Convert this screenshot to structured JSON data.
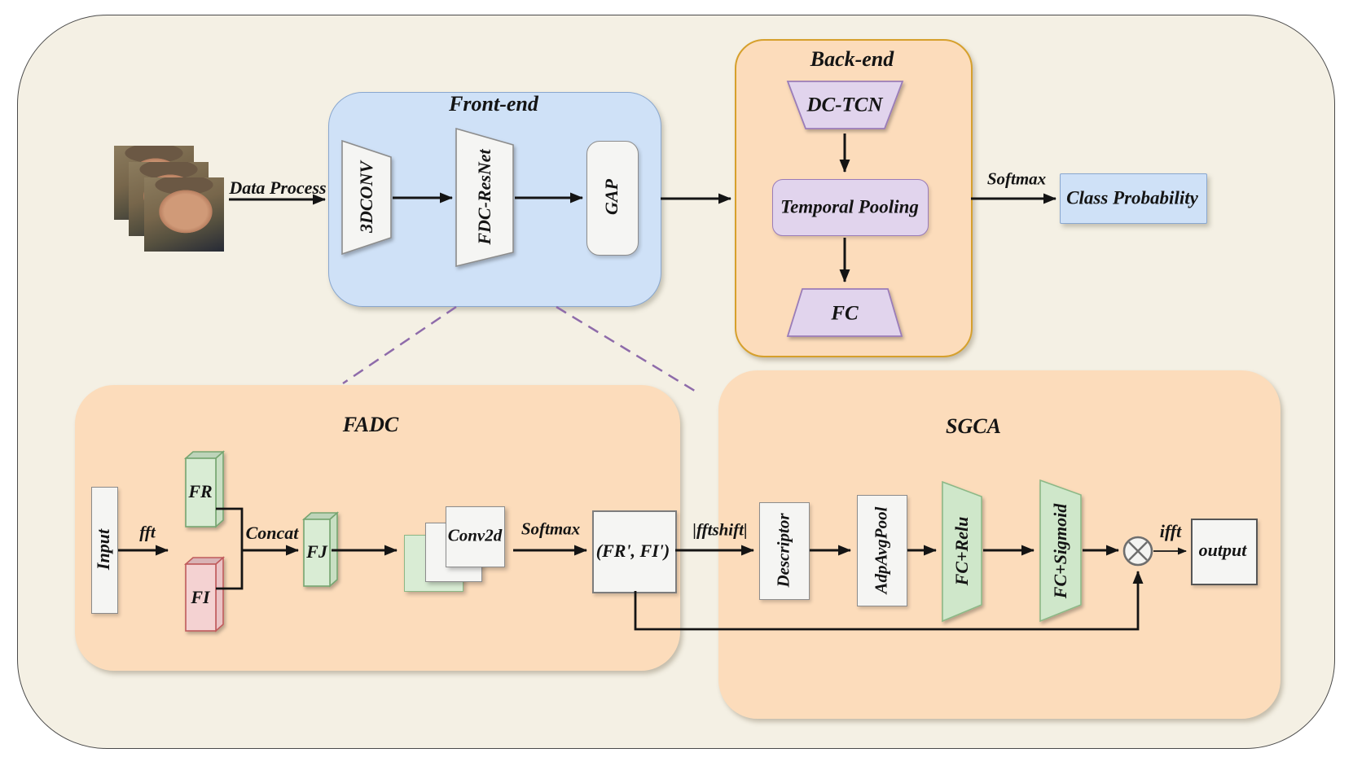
{
  "colors": {
    "canvas_bg": "#f4f0e4",
    "canvas_border": "#4a4a4a",
    "blue_fill": "#cfe1f7",
    "blue_border": "#89a7cf",
    "peach_fill": "#fcdcbb",
    "gold_border": "#d6a02c",
    "purple_fill": "#e1d4ed",
    "purple_border": "#9a7cb8",
    "green_fill": "#d9ecd4",
    "green_top": "#bdd4b9",
    "green_side": "#c9dfc3",
    "green_border": "#76a571",
    "pink_fill": "#f4d2d2",
    "pink_top": "#d9b3b5",
    "pink_side": "#eac3c5",
    "pink_border": "#c05b5c",
    "sgca_green_fill": "#cfe7ca",
    "sgca_green_border": "#8cb886",
    "box_fill": "#f5f5f3",
    "box_border": "#8c8c8c",
    "dashed_line": "#8e6baa",
    "arrow": "#141414"
  },
  "frontend": {
    "title": "Front-end",
    "conv3d": "3DCONV",
    "fdc_resnet": "FDC-ResNet",
    "gap": "GAP"
  },
  "backend": {
    "title": "Back-end",
    "dc_tcn": "DC-TCN",
    "temporal_pooling": "Temporal Pooling",
    "fc": "FC"
  },
  "flow": {
    "data_process": "Data Process",
    "softmax": "Softmax",
    "class_probability": "Class Probability"
  },
  "fadc": {
    "title": "FADC",
    "input": "Input",
    "fft": "fft",
    "fr": "FR",
    "fi": "FI",
    "concat": "Concat",
    "fj": "FJ",
    "conv2d": "Conv2d",
    "softmax": "Softmax",
    "fr_fi_prime": "(FR', FI')",
    "fftshift": "|fftshift|"
  },
  "sgca": {
    "title": "SGCA",
    "descriptor": "Descriptor",
    "adp_avg_pool": "AdpAvgPool",
    "fc_relu": "FC+Relu",
    "fc_sigmoid": "FC+Sigmoid",
    "ifft": "ifft",
    "output": "output"
  }
}
